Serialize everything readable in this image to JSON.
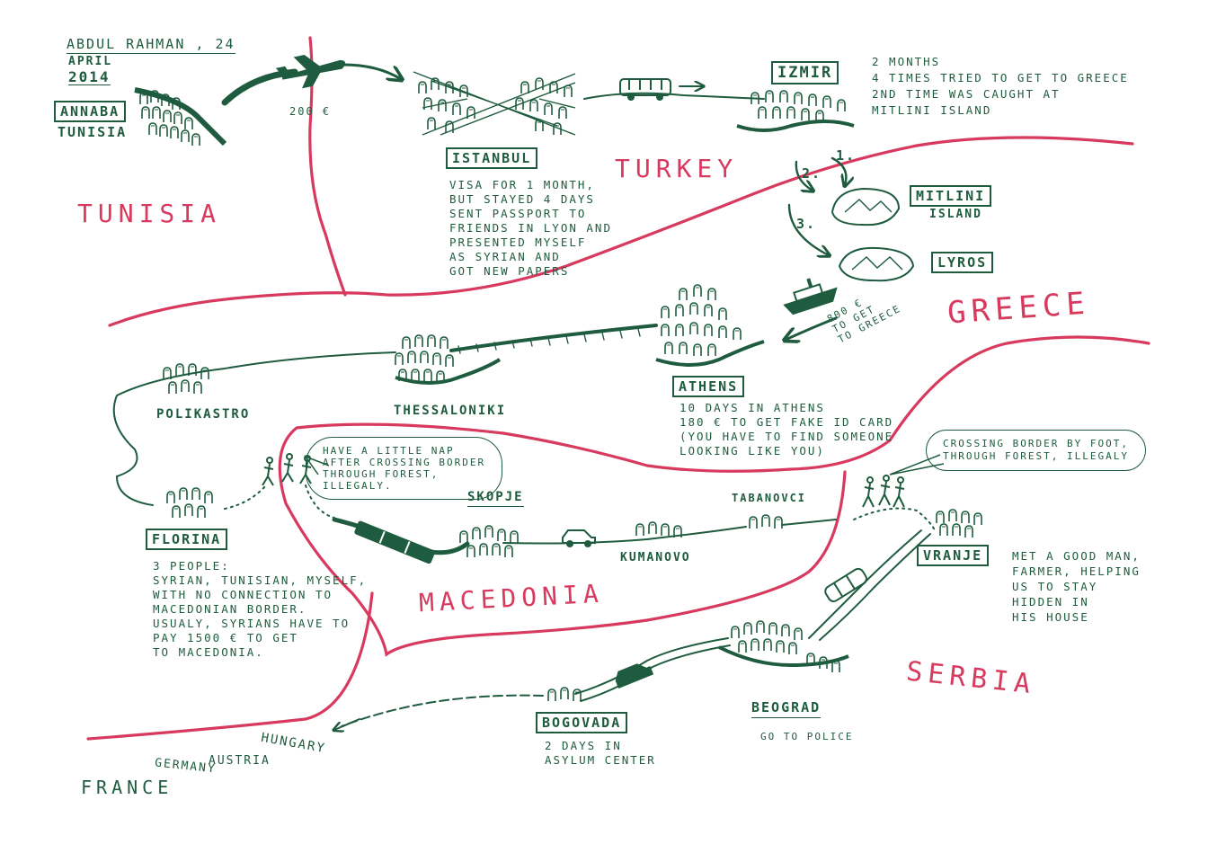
{
  "colors": {
    "ink": "#1f5c3f",
    "border_red": "#d73a5e",
    "paper": "#ffffff"
  },
  "header": {
    "name": "ABDUL RAHMAN , 24",
    "month": "APRIL",
    "year": "2014"
  },
  "countries": {
    "tunisia": "TUNiSiA",
    "turkey": "TURKEY",
    "greece": "GREECE",
    "macedonia": "MACEDONiA",
    "serbia": "SERBiA",
    "france": "FRANCE",
    "germany": "GERMANY",
    "austria": "AUSTRiA",
    "hungary": "HUNGARY"
  },
  "places": {
    "annaba": "ANNABA",
    "annaba_country": "TUNISIA",
    "istanbul": "ISTANBUL",
    "izmir": "IZMIR",
    "mitlini": "MiTLiNi",
    "mitlini_sub": "ISLAND",
    "lyros": "LYROS",
    "athens": "ATHENS",
    "thessaloniki": "THESSALONiKi",
    "polikastro": "POLiKASTRO",
    "florina": "FLORiNA",
    "skopje": "SKOPJE",
    "kumanovo": "KUMANOVO",
    "tabanovci": "TABANOVCi",
    "vranje": "VRANJE",
    "beograd": "BEOGRAD",
    "bogovada": "BOGOVADA"
  },
  "costs": {
    "flight": "200 €"
  },
  "route_steps": {
    "step1": "1.",
    "step2": "2.",
    "step3": "3."
  },
  "notes": {
    "istanbul": [
      "VISA FOR 1 MONTH,",
      "BUT STAYED 4 DAYS",
      "SENT PASSPORT TO",
      "FRIENDS iN LYON AND",
      "PRESENTED MYSELF",
      "AS SYRIAN AND",
      "GOT NEW PAPERS"
    ],
    "izmir": [
      "2 MONTHS",
      "4 TiMES TRiED TO GET TO GREECE",
      "2ND TiME WAS CAUGHT AT",
      "MiTLiNi iSLAND"
    ],
    "ferry": [
      "800 €",
      "TO GET",
      "TO GREECE"
    ],
    "athens": [
      "10 DAYS iN ATHENS",
      "180 € TO GET FAKE iD CARD",
      "(YOU HAVE TO FiND SOMEONE",
      "LOOKiNG LiKE YOU)"
    ],
    "florina": [
      "3 PEOPLE:",
      "SYRiAN, TUNiSiAN, MYSELF,",
      "WiTH NO CONNECTiON TO",
      "MACEDONiAN BORDER.",
      "USUALY, SYRiANS HAVE TO",
      "PAY 1500 € TO GET",
      "TO MACEDONiA."
    ],
    "nap_bubble": [
      "HAVE A LiTTLE NAP",
      "AFTER CROSSiNG BORDER",
      "THROUGH FOREST,",
      "iLLEGALY."
    ],
    "serbia_bubble": [
      "CROSSiNG BORDER BY FOOT,",
      "THROUGH FOREST, iLLEGALY"
    ],
    "vranje": [
      "MET A GOOD MAN,",
      "FARMER, HELPiNG",
      "US TO STAY",
      "HiDDEN iN",
      "HiS HOUSE"
    ],
    "beograd": [
      "GO TO POLiCE"
    ],
    "bogovada": [
      "2 DAYS iN",
      "ASYLUM CENTER"
    ]
  }
}
